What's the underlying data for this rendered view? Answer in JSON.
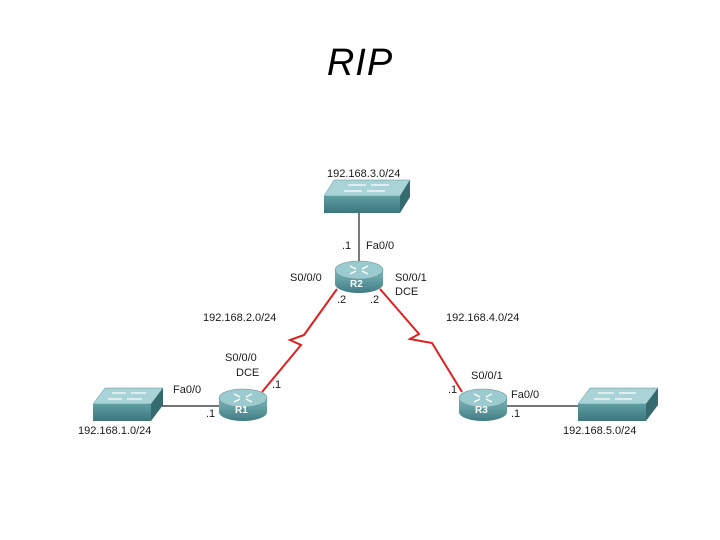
{
  "title": "RIP",
  "colors": {
    "serial_link": "#e02020",
    "ethernet_link": "#222222",
    "device": "#4f8f95"
  },
  "routers": {
    "r1": {
      "name": "R1"
    },
    "r2": {
      "name": "R2"
    },
    "r3": {
      "name": "R3"
    }
  },
  "switches": {
    "top": {
      "icon": "switch-icon"
    },
    "left": {
      "icon": "switch-icon"
    },
    "right": {
      "icon": "switch-icon"
    }
  },
  "networks": {
    "net3": "192.168.3.0/24",
    "net2": "192.168.2.0/24",
    "net4": "192.168.4.0/24",
    "net1": "192.168.1.0/24",
    "net5": "192.168.5.0/24"
  },
  "labels": {
    "r2_fa_host": ".1",
    "r2_fa": "Fa0/0",
    "r2_s000": "S0/0/0",
    "r2_s001": "S0/0/1",
    "r2_dce": "DCE",
    "r2_s000_host": ".2",
    "r2_s001_host": ".2",
    "r1_s000": "S0/0/0",
    "r1_dce": "DCE",
    "r1_s_host": ".1",
    "r1_fa": "Fa0/0",
    "r1_fa_host": ".1",
    "r3_s001": "S0/0/1",
    "r3_s_host": ".1",
    "r3_fa": "Fa0/0",
    "r3_fa_host": ".1"
  }
}
